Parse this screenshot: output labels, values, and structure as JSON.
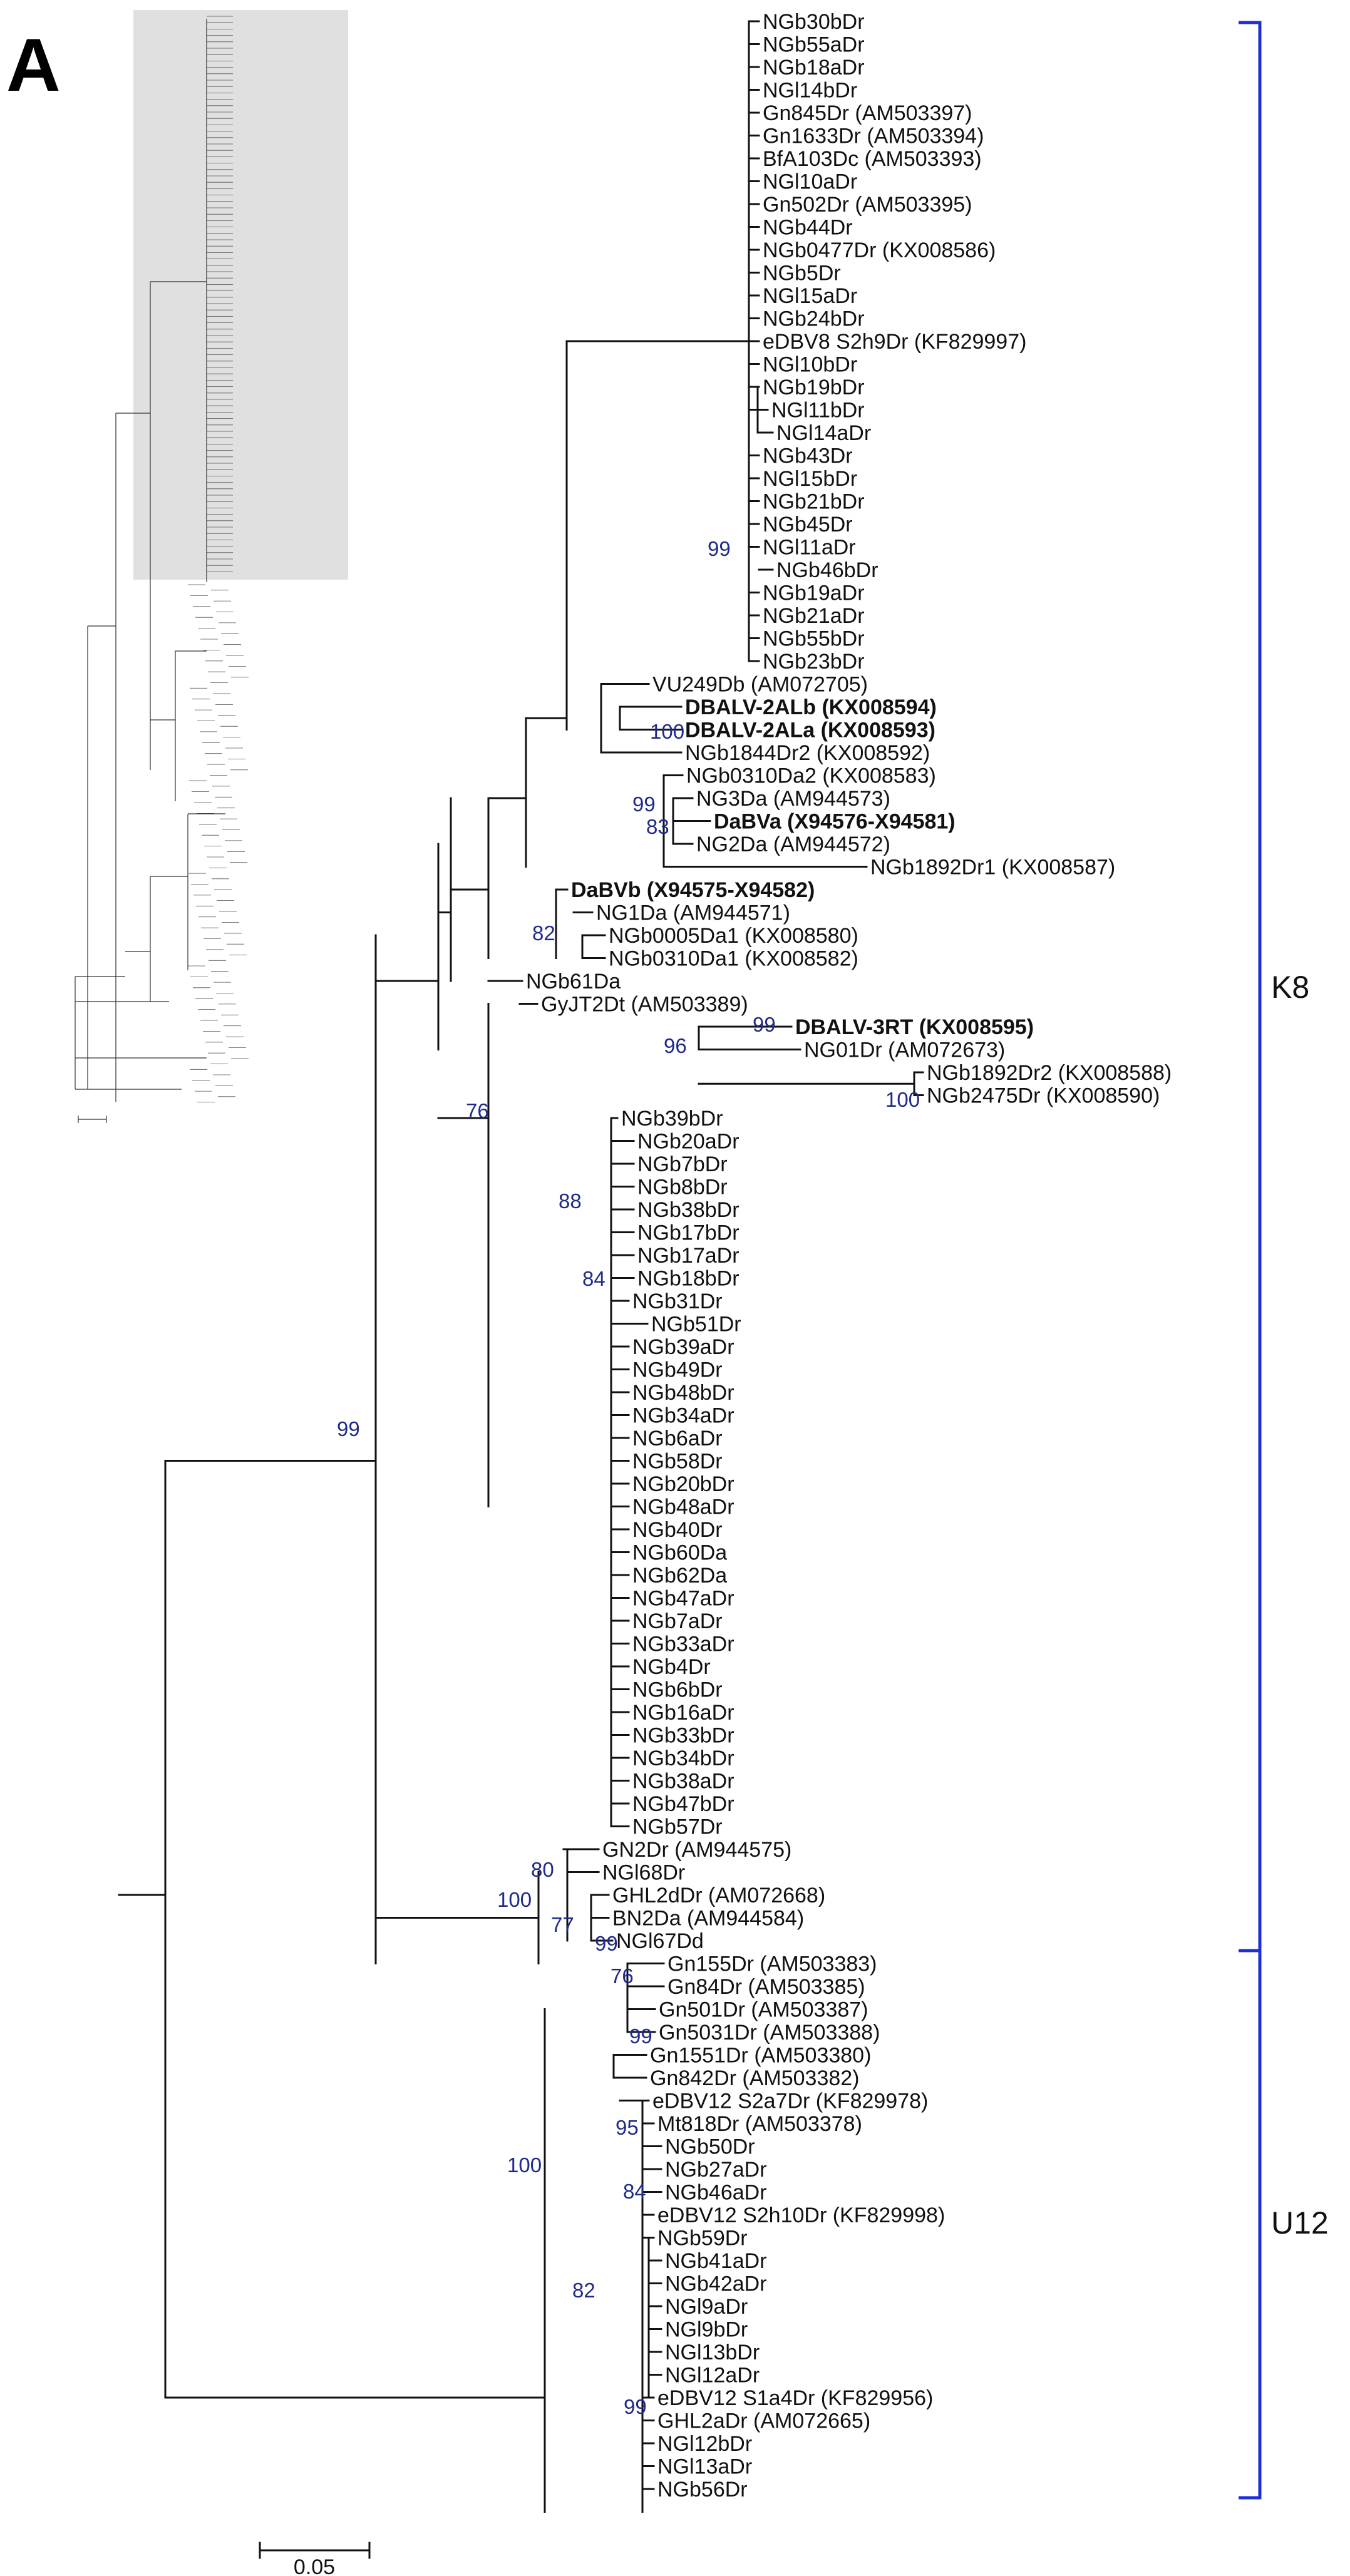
{
  "figure": {
    "panel_letter": "A",
    "support_color": "#1f2a8a",
    "bracket_color": "#1f2fd6",
    "inset_color": "#e0e0e0"
  },
  "tree": {
    "leaves": [
      {
        "name": "NGb30bDr"
      },
      {
        "name": "NGb55aDr"
      },
      {
        "name": "NGb18aDr"
      },
      {
        "name": "NGl14bDr"
      },
      {
        "name": "Gn845Dr (AM503397)"
      },
      {
        "name": "Gn1633Dr (AM503394)"
      },
      {
        "name": "BfA103Dc (AM503393)"
      },
      {
        "name": "NGl10aDr"
      },
      {
        "name": "Gn502Dr (AM503395)"
      },
      {
        "name": "NGb44Dr"
      },
      {
        "name": "NGb0477Dr (KX008586)"
      },
      {
        "name": "NGb5Dr"
      },
      {
        "name": "NGl15aDr"
      },
      {
        "name": "NGb24bDr"
      },
      {
        "name": "eDBV8 S2h9Dr (KF829997)"
      },
      {
        "name": "NGl10bDr"
      },
      {
        "name": "NGb19bDr"
      },
      {
        "name": "NGl11bDr"
      },
      {
        "name": "NGl14aDr"
      },
      {
        "name": "NGb43Dr"
      },
      {
        "name": "NGl15bDr"
      },
      {
        "name": "NGb21bDr"
      },
      {
        "name": "NGb45Dr"
      },
      {
        "name": "NGl11aDr"
      },
      {
        "name": "NGb46bDr"
      },
      {
        "name": "NGb19aDr"
      },
      {
        "name": "NGb21aDr"
      },
      {
        "name": "NGb55bDr"
      },
      {
        "name": "NGb23bDr"
      },
      {
        "name": "VU249Db (AM072705)"
      },
      {
        "name": "DBALV-2ALb (KX008594)",
        "bold": true
      },
      {
        "name": "DBALV-2ALa (KX008593)",
        "bold": true
      },
      {
        "name": "NGb1844Dr2 (KX008592)"
      },
      {
        "name": "NGb0310Da2 (KX008583)"
      },
      {
        "name": "NG3Da (AM944573)"
      },
      {
        "name": "DaBVa (X94576-X94581)",
        "bold": true
      },
      {
        "name": "NG2Da (AM944572)"
      },
      {
        "name": "NGb1892Dr1 (KX008587)"
      },
      {
        "name": "DaBVb (X94575-X94582)",
        "bold": true
      },
      {
        "name": "NG1Da (AM944571)"
      },
      {
        "name": "NGb0005Da1 (KX008580)"
      },
      {
        "name": "NGb0310Da1 (KX008582)"
      },
      {
        "name": "NGb61Da"
      },
      {
        "name": "GyJT2Dt (AM503389)"
      },
      {
        "name": "DBALV-3RT (KX008595)",
        "bold": true
      },
      {
        "name": "NG01Dr (AM072673)"
      },
      {
        "name": "NGb1892Dr2 (KX008588)"
      },
      {
        "name": "NGb2475Dr (KX008590)"
      },
      {
        "name": "NGb39bDr"
      },
      {
        "name": "NGb20aDr"
      },
      {
        "name": "NGb7bDr"
      },
      {
        "name": "NGb8bDr"
      },
      {
        "name": "NGb38bDr"
      },
      {
        "name": "NGb17bDr"
      },
      {
        "name": "NGb17aDr"
      },
      {
        "name": "NGb18bDr"
      },
      {
        "name": "NGb31Dr"
      },
      {
        "name": "NGb51Dr"
      },
      {
        "name": "NGb39aDr"
      },
      {
        "name": "NGb49Dr"
      },
      {
        "name": "NGb48bDr"
      },
      {
        "name": "NGb34aDr"
      },
      {
        "name": "NGb6aDr"
      },
      {
        "name": "NGb58Dr"
      },
      {
        "name": "NGb20bDr"
      },
      {
        "name": "NGb48aDr"
      },
      {
        "name": "NGb40Dr"
      },
      {
        "name": "NGb60Da"
      },
      {
        "name": "NGb62Da"
      },
      {
        "name": "NGb47aDr"
      },
      {
        "name": "NGb7aDr"
      },
      {
        "name": "NGb33aDr"
      },
      {
        "name": "NGb4Dr"
      },
      {
        "name": "NGb6bDr"
      },
      {
        "name": "NGb16aDr"
      },
      {
        "name": "NGb33bDr"
      },
      {
        "name": "NGb34bDr"
      },
      {
        "name": "NGb38aDr"
      },
      {
        "name": "NGb47bDr"
      },
      {
        "name": "NGb57Dr"
      },
      {
        "name": "GN2Dr (AM944575)"
      },
      {
        "name": "NGl68Dr"
      },
      {
        "name": "GHL2dDr (AM072668)"
      },
      {
        "name": "BN2Da (AM944584)"
      },
      {
        "name": "NGl67Dd"
      },
      {
        "name": "Gn155Dr (AM503383)"
      },
      {
        "name": "Gn84Dr (AM503385)"
      },
      {
        "name": "Gn501Dr (AM503387)"
      },
      {
        "name": "Gn5031Dr (AM503388)"
      },
      {
        "name": "Gn1551Dr (AM503380)"
      },
      {
        "name": "Gn842Dr (AM503382)"
      },
      {
        "name": "eDBV12 S2a7Dr (KF829978)"
      },
      {
        "name": "Mt818Dr (AM503378)"
      },
      {
        "name": "NGb50Dr"
      },
      {
        "name": "NGb27aDr"
      },
      {
        "name": "NGb46aDr"
      },
      {
        "name": "eDBV12 S2h10Dr (KF829998)"
      },
      {
        "name": "NGb59Dr"
      },
      {
        "name": "NGb41aDr"
      },
      {
        "name": "NGb42aDr"
      },
      {
        "name": "NGl9aDr"
      },
      {
        "name": "NGl9bDr"
      },
      {
        "name": "NGl13bDr"
      },
      {
        "name": "NGl12aDr"
      },
      {
        "name": "eDBV12 S1a4Dr (KF829956)"
      },
      {
        "name": "GHL2aDr (AM072665)"
      },
      {
        "name": "NGl12bDr"
      },
      {
        "name": "NGl13aDr"
      },
      {
        "name": "NGb56Dr"
      }
    ],
    "support_values": [
      "99",
      "100",
      "99",
      "83",
      "82",
      "99",
      "96",
      "100",
      "76",
      "88",
      "84",
      "99",
      "80",
      "100",
      "77",
      "99",
      "76",
      "99",
      "95",
      "84",
      "82",
      "100",
      "99"
    ]
  },
  "clades": [
    {
      "label": "K8"
    },
    {
      "label": "U12"
    }
  ],
  "scale_bar": {
    "label": "0.05"
  }
}
